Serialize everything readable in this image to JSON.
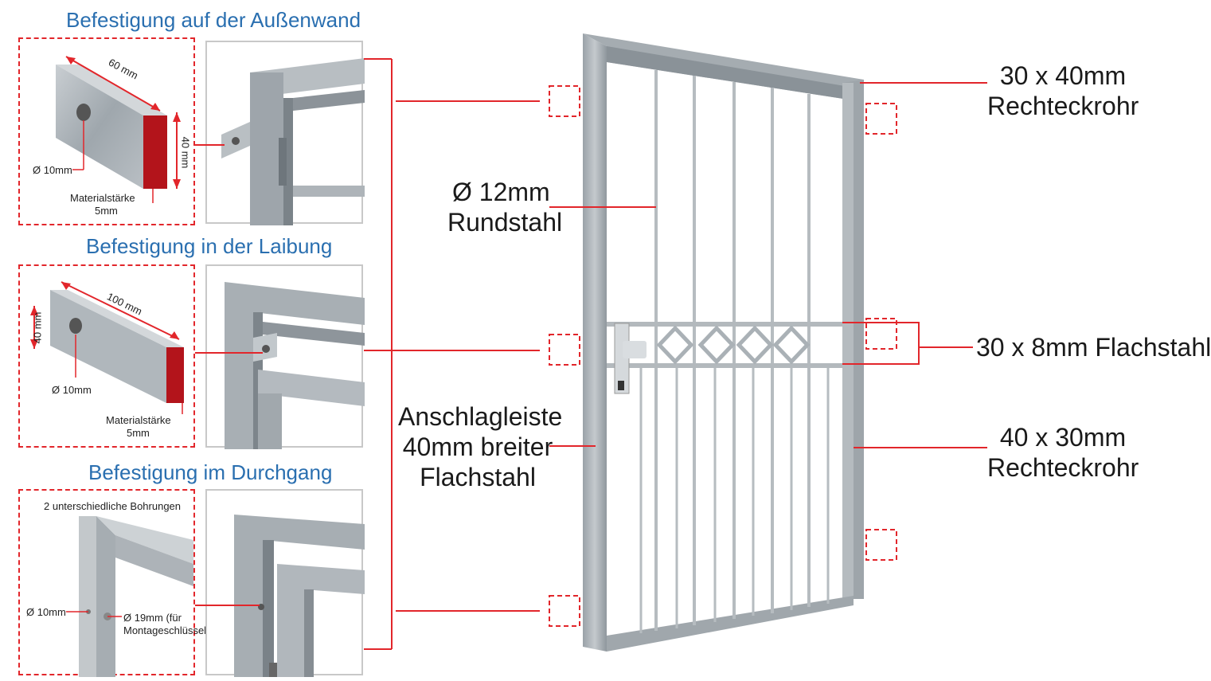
{
  "panels": [
    {
      "title": "Befestigung auf der Außenwand",
      "dim_length": "60 mm",
      "dim_height": "40 mm",
      "hole": "Ø 10mm",
      "material_label": "Materialstärke",
      "material_value": "5mm"
    },
    {
      "title": "Befestigung in der Laibung",
      "dim_length": "100 mm",
      "dim_height": "40 mm",
      "hole": "Ø 10mm",
      "material_label": "Materialstärke",
      "material_value": "5mm"
    },
    {
      "title": "Befestigung im Durchgang",
      "heading": "2 unterschiedliche Bohrungen",
      "hole_small": "Ø 10mm",
      "hole_large_line1": "Ø 19mm (für",
      "hole_large_line2": "Montageschlüssel)"
    }
  ],
  "labels": {
    "rundstahl_line1": "Ø 12mm",
    "rundstahl_line2": "Rundstahl",
    "anschlag_line1": "Anschlagleiste",
    "anschlag_line2": "40mm breiter",
    "anschlag_line3": "Flachstahl",
    "top_right_line1": "30 x 40mm",
    "top_right_line2": "Rechteckrohr",
    "flachstahl": "30 x 8mm Flachstahl",
    "bottom_right_line1": "40 x 30mm",
    "bottom_right_line2": "Rechteckrohr"
  },
  "colors": {
    "accent_red": "#e2262b",
    "title_blue": "#2a6fb0",
    "steel": "#a9b0b6"
  }
}
